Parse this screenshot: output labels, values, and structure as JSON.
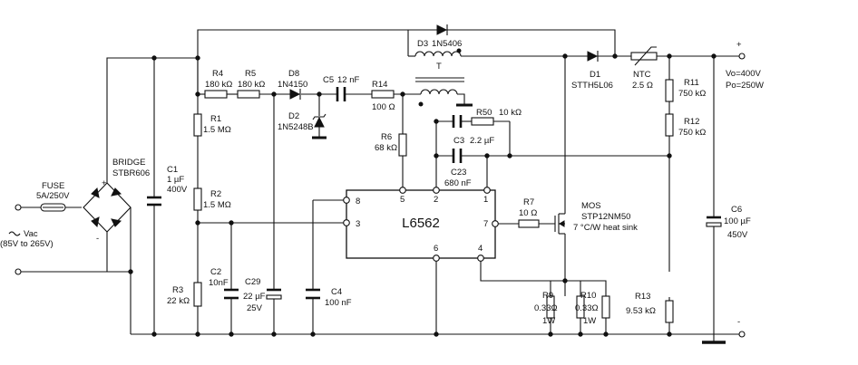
{
  "ic": {
    "name": "L6562",
    "pins": {
      "p1": "1",
      "p2": "2",
      "p3": "3",
      "p5": "5",
      "p6": "6",
      "p7": "7",
      "p8": "8"
    }
  },
  "components": {
    "fuse": {
      "name": "FUSE",
      "value": "5A/250V"
    },
    "vac": {
      "name": "Vac",
      "value": "(85V to 265V)"
    },
    "bridge": {
      "name": "BRIDGE",
      "value": "STBR606"
    },
    "c1": {
      "name": "C1",
      "value1": "1 µF",
      "value2": "400V"
    },
    "r1": {
      "name": "R1",
      "value": "1.5 MΩ"
    },
    "r2": {
      "name": "R2",
      "value": "1.5 MΩ"
    },
    "r3": {
      "name": "R3",
      "value": "22 kΩ"
    },
    "r4": {
      "name": "R4",
      "value": "180 kΩ"
    },
    "r5": {
      "name": "R5",
      "value": "180 kΩ"
    },
    "d8": {
      "name": "D8",
      "value": "1N4150"
    },
    "d2": {
      "name": "D2",
      "value": "1N5248B"
    },
    "c5": {
      "name": "C5",
      "value": "12 nF"
    },
    "r14": {
      "name": "R14",
      "value": "100 Ω"
    },
    "t": {
      "name": "T"
    },
    "d3": {
      "name": "D3",
      "value": "1N5406"
    },
    "r6": {
      "name": "R6",
      "value": "68 kΩ"
    },
    "r50": {
      "name": "R50",
      "value": "10 kΩ"
    },
    "c3": {
      "name": "C3",
      "value": "2.2 µF"
    },
    "c23": {
      "name": "C23",
      "value": "680 nF"
    },
    "c2": {
      "name": "C2",
      "value": "10nF"
    },
    "c29": {
      "name": "C29",
      "value1": "22 µF",
      "value2": "25V"
    },
    "c4": {
      "name": "C4",
      "value": "100 nF"
    },
    "r7": {
      "name": "R7",
      "value": "10 Ω"
    },
    "mos": {
      "name": "MOS",
      "value": "STP12NM50",
      "note": "7 °C/W heat sink"
    },
    "d1": {
      "name": "D1",
      "value": "STTH5L06"
    },
    "ntc": {
      "name": "NTC",
      "value": "2.5 Ω"
    },
    "r11": {
      "name": "R11",
      "value": "750 kΩ"
    },
    "r12": {
      "name": "R12",
      "value": "750 kΩ"
    },
    "r13": {
      "name": "R13",
      "value": "9.53 kΩ"
    },
    "r9": {
      "name": "R9",
      "value1": "0.33Ω",
      "value2": "1W"
    },
    "r10": {
      "name": "R10",
      "value1": "0.33Ω",
      "value2": "1W"
    },
    "c6": {
      "name": "C6",
      "value1": "100 µF",
      "value2": "450V"
    }
  },
  "output": {
    "vo": "Vo=400V",
    "po": "Po=250W",
    "plus": "+",
    "minus": "-"
  },
  "bridge_marks": {
    "plus": "+",
    "minus": "-"
  }
}
